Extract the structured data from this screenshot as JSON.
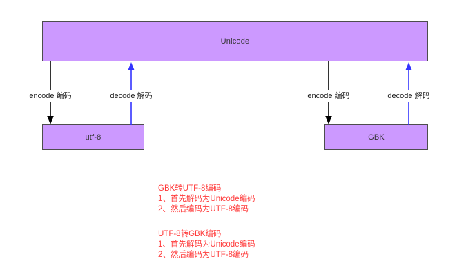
{
  "diagram": {
    "nodes": {
      "unicode": {
        "label": "Unicode"
      },
      "utf8": {
        "label": "utf-8"
      },
      "gbk": {
        "label": "GBK"
      }
    },
    "edges": {
      "encode_left": {
        "label": "encode 编码",
        "direction": "down",
        "color": "#000000"
      },
      "decode_left": {
        "label": "decode 解码",
        "direction": "up",
        "color": "#3333ff"
      },
      "encode_right": {
        "label": "encode 编码",
        "direction": "down",
        "color": "#000000"
      },
      "decode_right": {
        "label": "decode 解码",
        "direction": "up",
        "color": "#3333ff"
      }
    },
    "notes": [
      {
        "title": "GBK转UTF-8编码",
        "steps": [
          "1、首先解码为Unicode编码",
          "2、然后编码为UTF-8编码"
        ]
      },
      {
        "title": "UTF-8转GBK编码",
        "steps": [
          "1、首先解码为Unicode编码",
          "2、然后编码为UTF-8编码"
        ]
      }
    ],
    "colors": {
      "node_fill": "#cc99ff",
      "node_border": "#4d4d4d",
      "encode_arrow": "#000000",
      "decode_arrow": "#3333ff",
      "note_text": "#ff3b3b",
      "background": "#ffffff"
    }
  }
}
